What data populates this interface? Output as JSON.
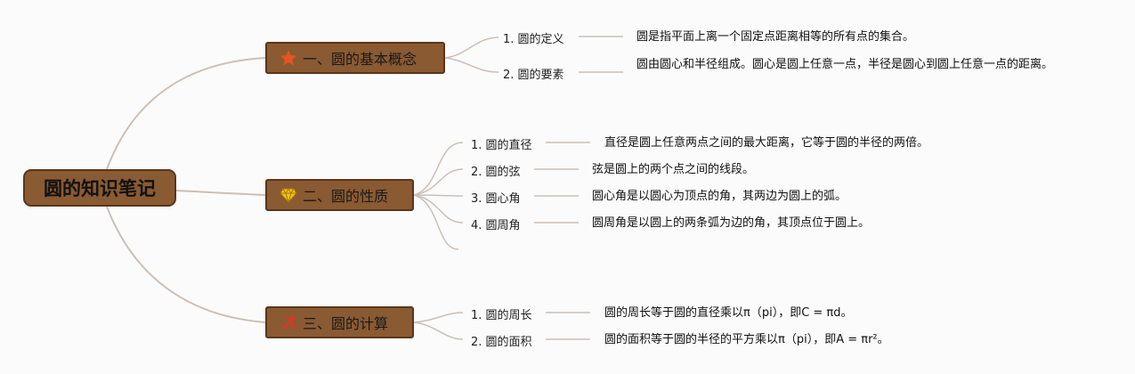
{
  "root": {
    "title": "圆的知识笔记"
  },
  "branches": [
    {
      "title": "一、圆的基本概念",
      "icon": "star-icon",
      "items": [
        {
          "label": "1. 圆的定义",
          "text": "圆是指平面上离一个固定点距离相等的所有点的集合。"
        },
        {
          "label": "2. 圆的要素",
          "text": "圆由圆心和半径组成。圆心是圆上任意一点，半径是圆心到圆上任意一点的距离。"
        }
      ]
    },
    {
      "title": "二、圆的性质",
      "icon": "gem-icon",
      "items": [
        {
          "label": "1. 圆的直径",
          "text": "直径是圆上任意两点之间的最大距离，它等于圆的半径的两倍。"
        },
        {
          "label": "2. 圆的弦",
          "text": "弦是圆上的两个点之间的线段。"
        },
        {
          "label": "3. 圆心角",
          "text": "圆心角是以圆心为顶点的角，其两边为圆上的弧。"
        },
        {
          "label": "4. 圆周角",
          "text": "圆周角是以圆上的两条弧为边的角，其顶点位于圆上。"
        }
      ]
    },
    {
      "title": "三、圆的计算",
      "icon": "hammer-sickle-icon",
      "items": [
        {
          "label": "1. 圆的周长",
          "text": "圆的周长等于圆的直径乘以π（pi），即C = πd。"
        },
        {
          "label": "2. 圆的面积",
          "text": "圆的面积等于圆的半径的平方乘以π（pi），即A = πr²。"
        }
      ]
    }
  ],
  "colors": {
    "node_fill": "#8a5a32",
    "node_border": "#5a3619",
    "link": "#cbbfb8",
    "star": "#e8541d",
    "gem": "#f2c21b",
    "tool": "#d8382a"
  }
}
